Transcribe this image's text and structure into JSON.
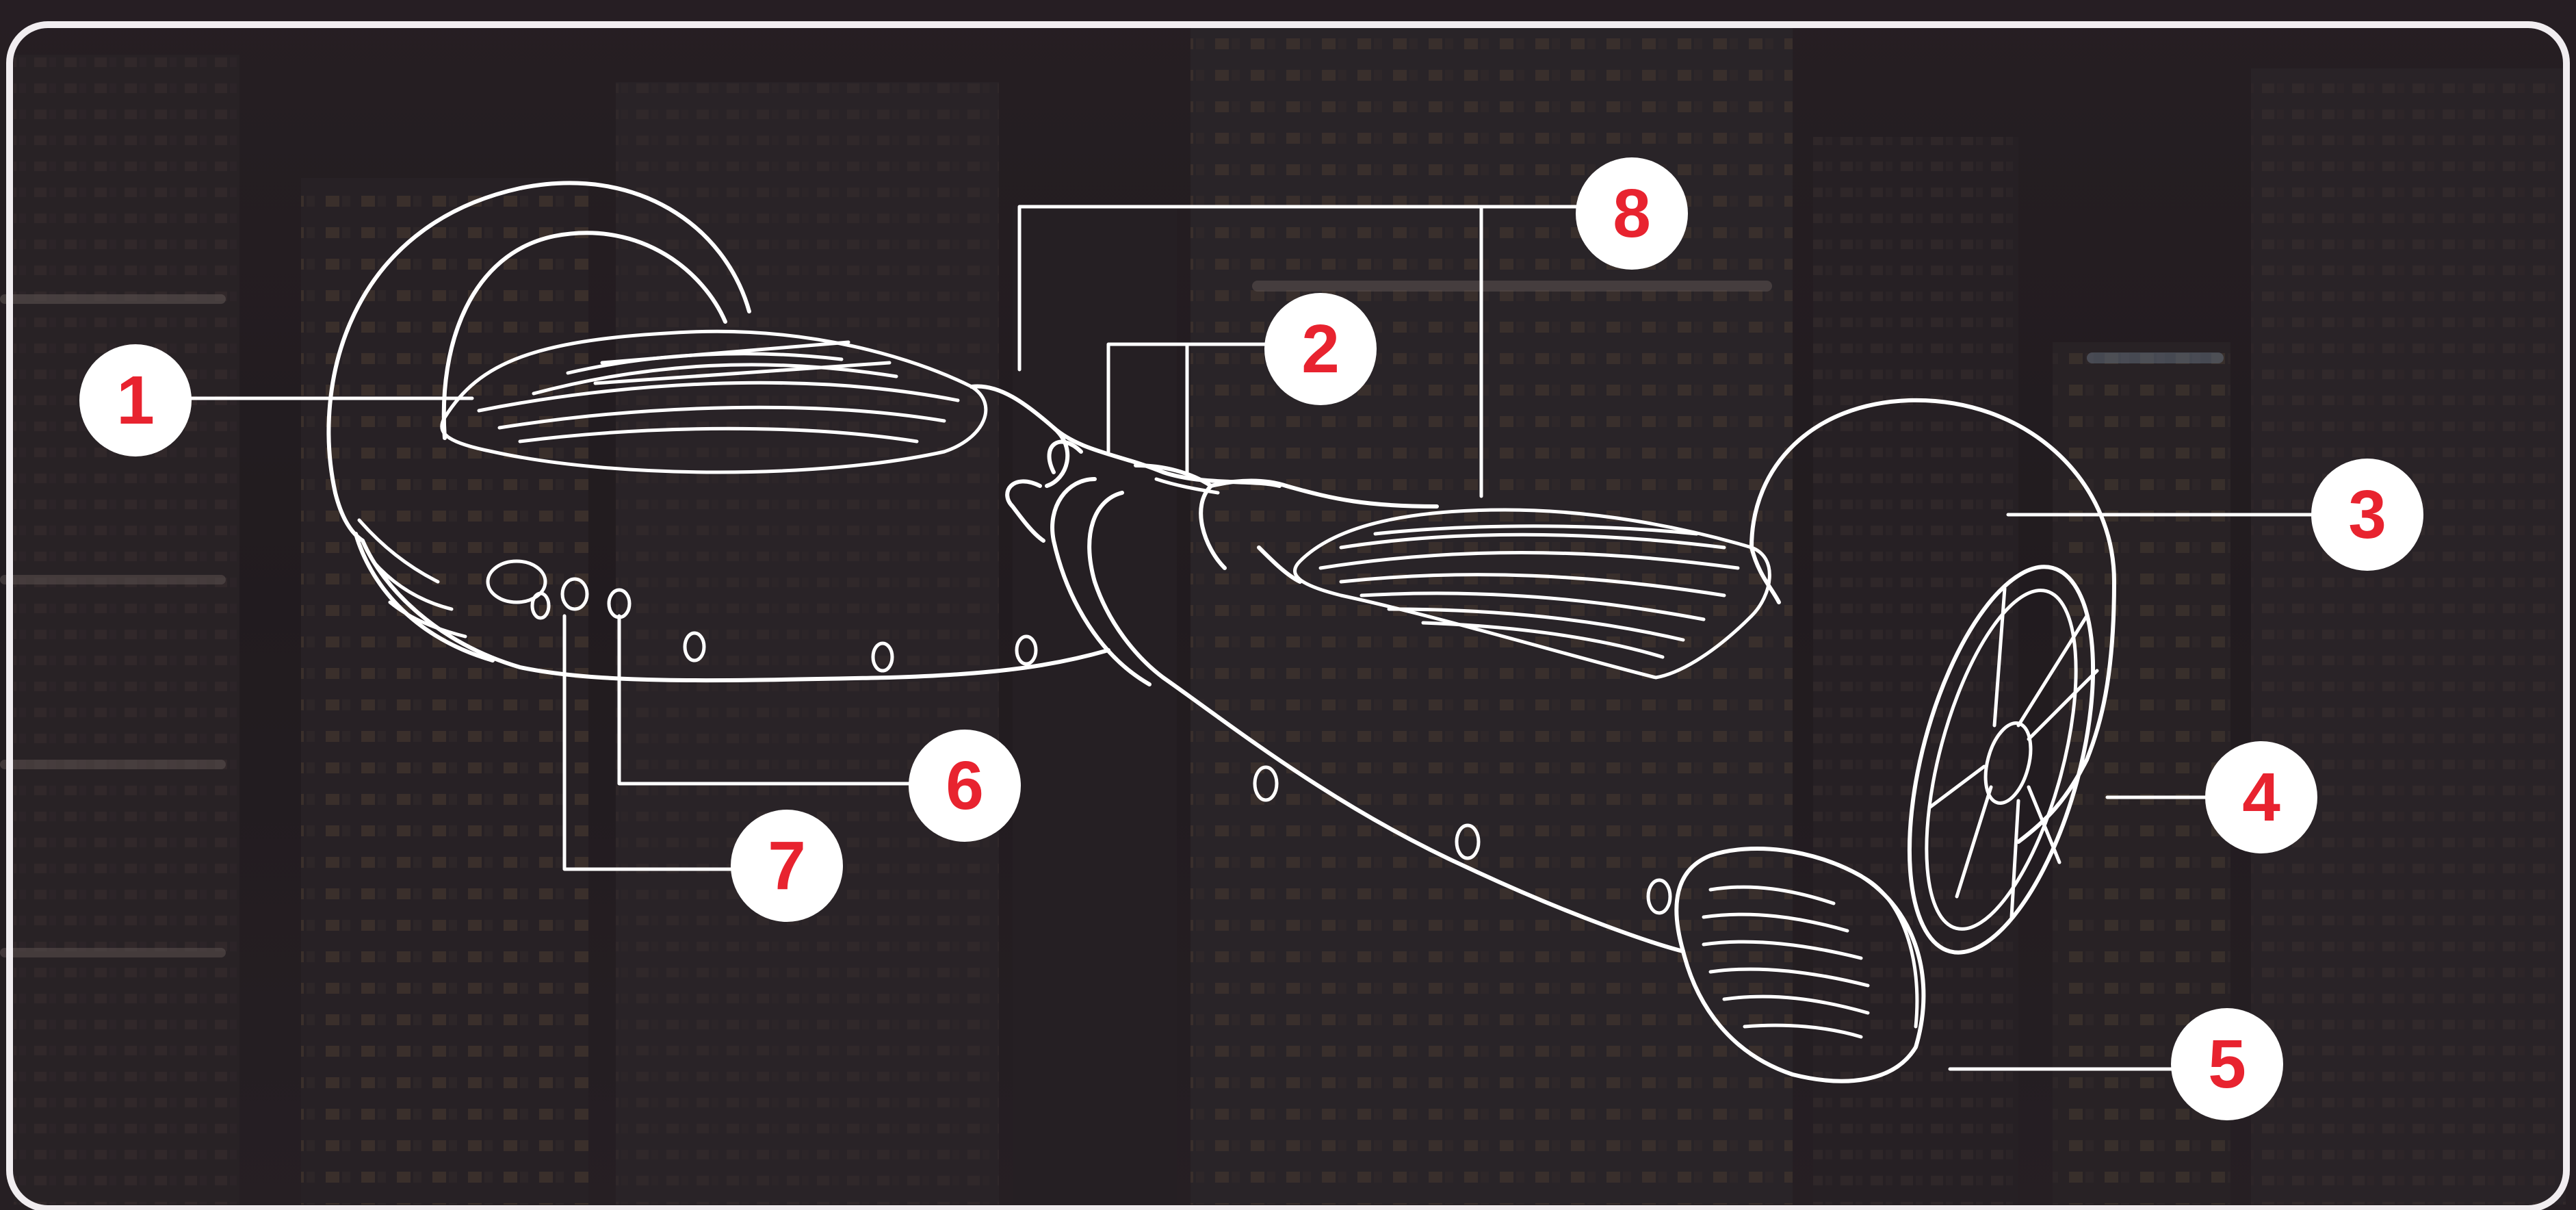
{
  "diagram": {
    "callouts": [
      {
        "label": "1"
      },
      {
        "label": "2"
      },
      {
        "label": "3"
      },
      {
        "label": "4"
      },
      {
        "label": "5"
      },
      {
        "label": "6"
      },
      {
        "label": "7"
      },
      {
        "label": "8"
      }
    ]
  },
  "colors": {
    "frame": "#f1edf0",
    "callout_circle": "#ffffff",
    "callout_number": "#e8232f",
    "illustration_line": "#ffffff",
    "background_city_night": "#2a2328"
  },
  "icons": {
    "illustration": "hoverboard-line-drawing"
  }
}
